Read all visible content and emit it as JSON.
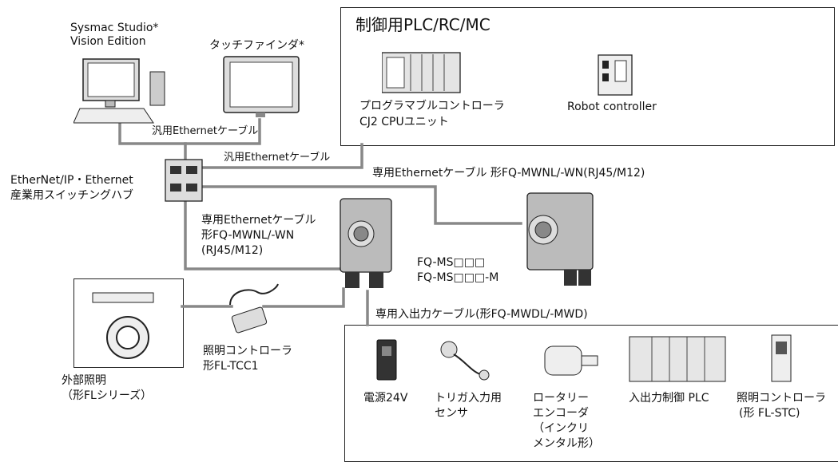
{
  "sysmac": {
    "line1": "Sysmac Studio*",
    "line2": "Vision Edition"
  },
  "touchfinder": {
    "label": "タッチファインダ*"
  },
  "controllers": {
    "title": "制御用PLC/RC/MC",
    "plc_line1": "プログラマブルコントローラ",
    "plc_line2": "CJ2 CPUユニット",
    "robot": "Robot controller"
  },
  "cables": {
    "generic1": "汎用Ethernetケーブル",
    "generic2": "汎用Ethernetケーブル",
    "dedicated_long": "専用Ethernetケーブル 形FQ-MWNL/-WN(RJ45/M12)",
    "dedicated_l1": "専用Ethernetケーブル",
    "dedicated_l2": "形FQ-MWNL/-WN",
    "dedicated_l3": "(RJ45/M12)",
    "io": "専用入出力ケーブル(形FQ-MWDL/-MWD)"
  },
  "hub": {
    "line1": "EtherNet/IP・Ethernet",
    "line2": "産業用スイッチングハブ"
  },
  "sensor_model": {
    "line1": "FQ-MS□□□",
    "line2": "FQ-MS□□□-M"
  },
  "lighting_ctrl": {
    "line1": "照明コントローラ",
    "line2": "形FL-TCC1"
  },
  "ext_light": {
    "line1": "外部照明",
    "line2": "（形FLシリーズ）"
  },
  "io_devices": {
    "power": "電源24V",
    "trigger_l1": "トリガ入力用",
    "trigger_l2": "センサ",
    "encoder_l1": "ロータリー",
    "encoder_l2": "エンコーダ",
    "encoder_l3": "（インクリ",
    "encoder_l4": "メンタル形）",
    "io_plc": "入出力制御 PLC",
    "lctrl_l1": "照明コントローラ",
    "lctrl_l2": "(形 FL-STC)"
  }
}
